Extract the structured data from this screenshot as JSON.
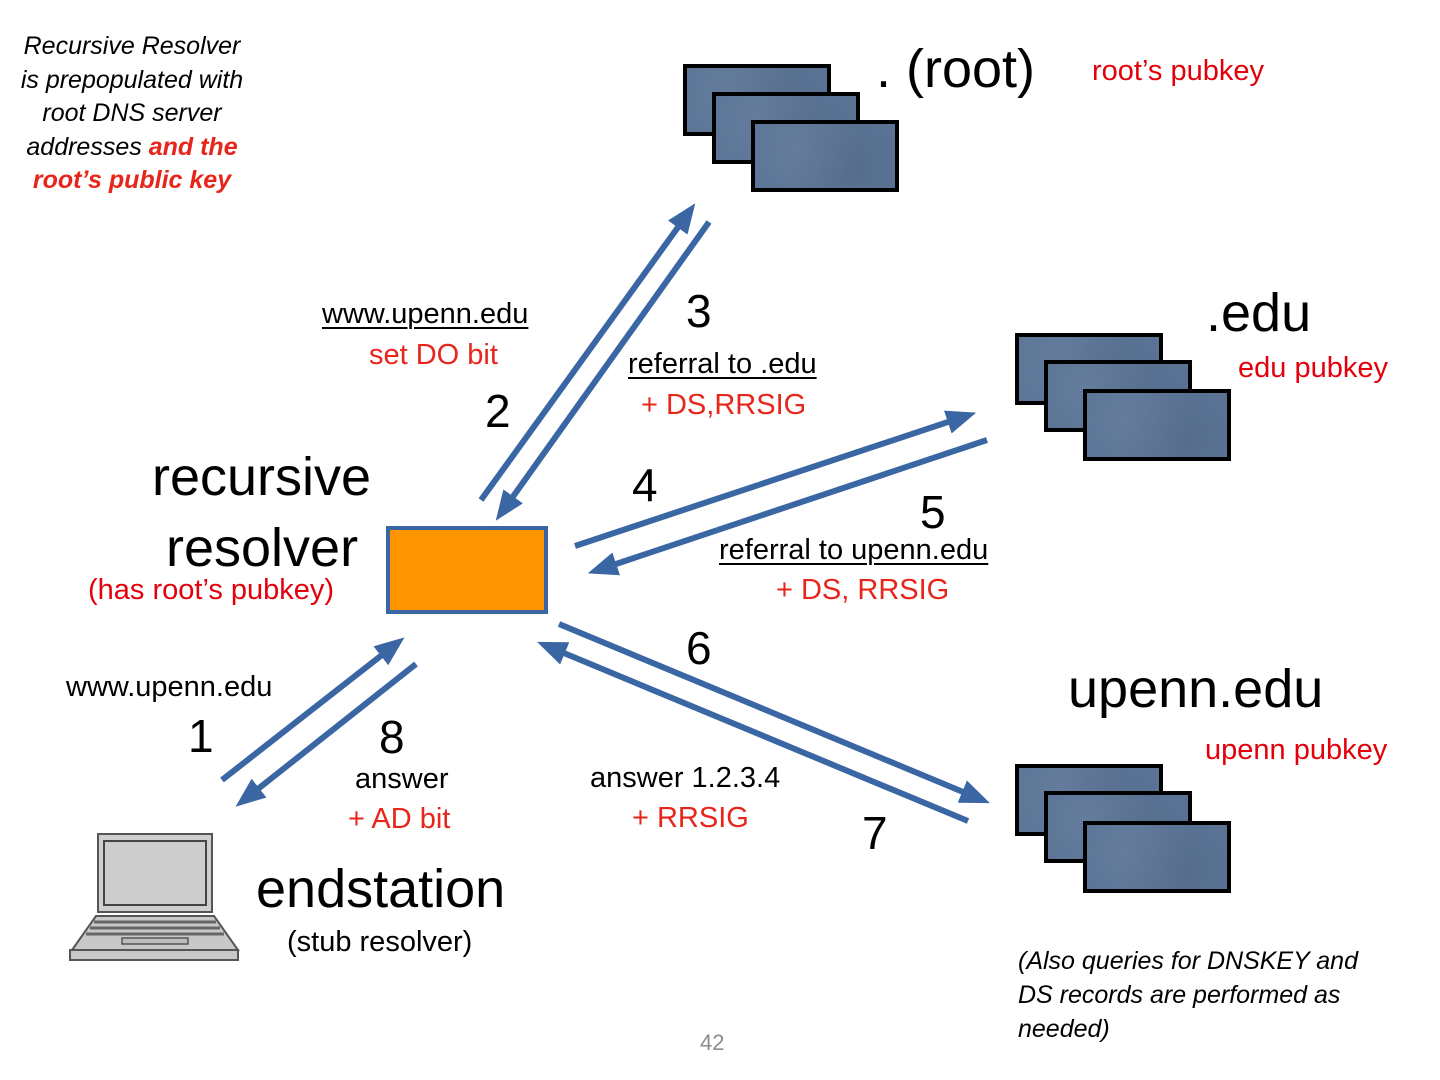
{
  "slide": {
    "page_number": "42",
    "colors": {
      "arrow": "#3a67a3",
      "resolver_fill": "#ff9300",
      "server_fill": "#5b7496",
      "accent_red": "#e8251b"
    }
  },
  "note_top_left": {
    "plain": "Recursive Resolver is prepopulated with root DNS server addresses",
    "highlight": "and the root’s public key"
  },
  "note_bottom_right": "(Also queries for DNSKEY and DS records are performed as needed)",
  "nodes": {
    "root": {
      "label": ". (root)",
      "key": "root’s pubkey",
      "icon": "server-stack-icon"
    },
    "edu": {
      "label": ".edu",
      "key": "edu pubkey",
      "icon": "server-stack-icon"
    },
    "upenn": {
      "label": "upenn.edu",
      "key": "upenn pubkey",
      "icon": "server-stack-icon"
    },
    "resolver": {
      "label_line1": "recursive",
      "label_line2": "resolver",
      "key": "(has root’s pubkey)",
      "icon": "resolver-box-icon"
    },
    "endstation": {
      "label": "endstation",
      "sublabel": "(stub resolver)",
      "icon": "laptop-icon"
    }
  },
  "steps": [
    {
      "num": "1",
      "text": "www.upenn.edu",
      "extra": ""
    },
    {
      "num": "2",
      "text": "www.upenn.edu",
      "extra": "set DO bit"
    },
    {
      "num": "3",
      "text": "referral to .edu",
      "extra": "+ DS,RRSIG"
    },
    {
      "num": "4",
      "text": "",
      "extra": ""
    },
    {
      "num": "5",
      "text": "referral to upenn.edu",
      "extra": "+ DS, RRSIG"
    },
    {
      "num": "6",
      "text": "",
      "extra": ""
    },
    {
      "num": "7",
      "text": "answer 1.2.3.4",
      "extra": "+ RRSIG"
    },
    {
      "num": "8",
      "text": "answer",
      "extra": "+ AD bit"
    }
  ]
}
